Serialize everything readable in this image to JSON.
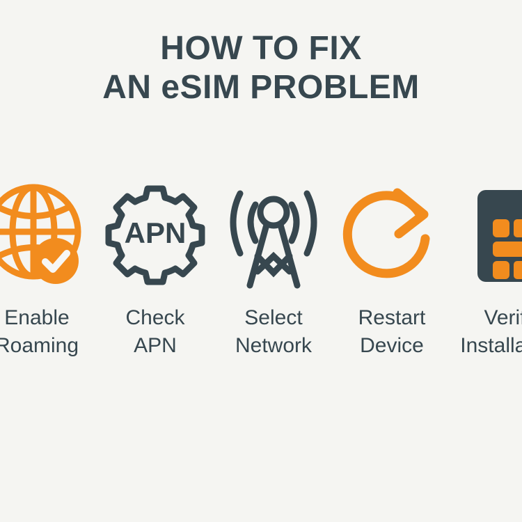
{
  "page": {
    "background_color": "#f5f5f2",
    "accent_orange": "#f28c1e",
    "accent_slate": "#37474f"
  },
  "header": {
    "title_line_1": "HOW TO FIX",
    "title_line_2": "AN eSIM PROBLEM"
  },
  "steps": [
    {
      "icon": "globe-check-icon",
      "icon_color": "#f28c1e",
      "label_line_1": "Enable",
      "label_line_2": "Roaming"
    },
    {
      "icon": "gear-apn-icon",
      "icon_color": "#37474f",
      "icon_text": "APN",
      "label_line_1": "Check",
      "label_line_2": "APN"
    },
    {
      "icon": "cell-tower-icon",
      "icon_color": "#37474f",
      "label_line_1": "Select",
      "label_line_2": "Network"
    },
    {
      "icon": "restart-arrow-icon",
      "icon_color": "#f28c1e",
      "label_line_1": "Restart",
      "label_line_2": "Device"
    },
    {
      "icon": "sim-card-icon",
      "icon_color": "#37474f",
      "label_line_1": "Verify",
      "label_line_2": "Installation"
    }
  ]
}
